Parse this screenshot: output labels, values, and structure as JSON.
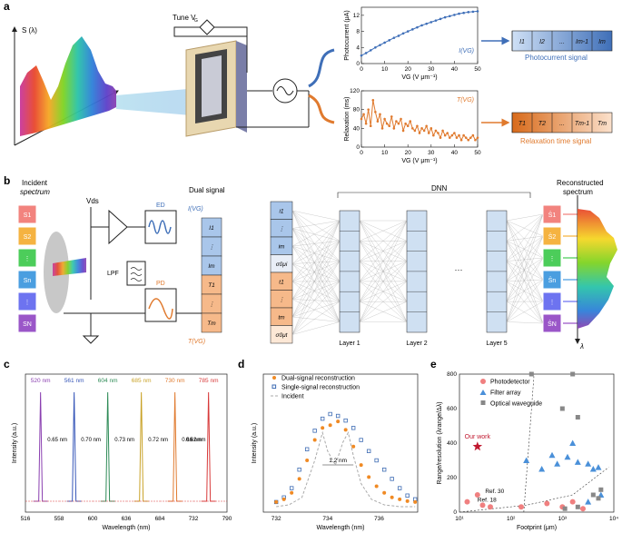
{
  "panel_labels": {
    "a": "a",
    "b": "b",
    "c": "c",
    "d": "d",
    "e": "e"
  },
  "panel_a": {
    "spectrum_axis_label": "S (λ)",
    "tune_label": "Tune V",
    "tune_sub": "G",
    "photocurrent_signal_label": "Photocurrent signal",
    "relaxation_signal_label": "Relaxation time signal",
    "photocurrent_cells": [
      "I1",
      "I2",
      "...",
      "Im-1",
      "Im"
    ],
    "relaxation_cells": [
      "T1",
      "T2",
      "...",
      "Tm-1",
      "Tm"
    ]
  },
  "panel_b": {
    "incident_title_1": "Incident",
    "incident_title_2": "spectrum",
    "incident_blocks": [
      "S1",
      "S2",
      "⋮",
      "Sn",
      "⋮",
      "SN"
    ],
    "reconstructed_title_1": "Reconstructed",
    "reconstructed_title_2": "spectrum",
    "reconstructed_blocks": [
      "Ŝ1",
      "Ŝ2",
      "⋮",
      "Ŝn",
      "⋮",
      "ŜN"
    ],
    "vds": "Vds",
    "lpf": "LPF",
    "ed": "ED",
    "pd": "PD",
    "dual_signal": "Dual signal",
    "i_vg": "I(VG)",
    "t_vg": "T(VG)",
    "col1": [
      "I1",
      "⋮",
      "Im",
      "T1",
      "⋮",
      "Tm"
    ],
    "col2": [
      "i1",
      "⋮",
      "im",
      "σ0μi",
      "t1",
      "⋮",
      "tm",
      "σ0μt"
    ],
    "dnn": "DNN",
    "layers": [
      "Layer 1",
      "Layer 2",
      "Layer 5"
    ],
    "lambda": "λ"
  },
  "chart_data": [
    {
      "id": "a_photocurrent",
      "type": "line",
      "xlabel": "VG (V μm⁻¹)",
      "ylabel": "Photocurrent (μA)",
      "xlim": [
        0,
        50
      ],
      "ylim": [
        0,
        14
      ],
      "xticks": [
        0,
        10,
        20,
        30,
        40,
        50
      ],
      "yticks": [
        0,
        4,
        8,
        12
      ],
      "legend": "I(VG)",
      "series": [
        {
          "name": "I(VG)",
          "color": "#3f6fb8",
          "x": [
            0,
            2,
            4,
            6,
            8,
            10,
            12,
            14,
            16,
            18,
            20,
            22,
            24,
            26,
            28,
            30,
            32,
            34,
            36,
            38,
            40,
            42,
            44,
            46,
            48,
            50
          ],
          "y": [
            2.0,
            2.6,
            3.3,
            4.0,
            4.6,
            5.2,
            5.8,
            6.4,
            6.9,
            7.5,
            8.0,
            8.5,
            9.0,
            9.5,
            9.9,
            10.3,
            10.7,
            11.1,
            11.5,
            11.8,
            12.1,
            12.4,
            12.6,
            12.8,
            12.9,
            13.0
          ]
        }
      ]
    },
    {
      "id": "a_relaxation",
      "type": "line",
      "xlabel": "VG (V μm⁻¹)",
      "ylabel": "Relaxation (ms)",
      "xlim": [
        0,
        50
      ],
      "ylim": [
        0,
        120
      ],
      "xticks": [
        0,
        10,
        20,
        30,
        40,
        50
      ],
      "yticks": [
        0,
        40,
        80,
        120
      ],
      "legend": "T(VG)",
      "series": [
        {
          "name": "T(VG)",
          "color": "#e07a2e",
          "x": [
            0,
            1,
            2,
            3,
            4,
            5,
            6,
            7,
            8,
            9,
            10,
            11,
            12,
            13,
            14,
            15,
            16,
            17,
            18,
            19,
            20,
            21,
            22,
            23,
            24,
            25,
            26,
            27,
            28,
            29,
            30,
            31,
            32,
            33,
            34,
            35,
            36,
            37,
            38,
            39,
            40,
            41,
            42,
            43,
            44,
            45,
            46,
            47,
            48,
            49,
            50
          ],
          "y": [
            60,
            70,
            50,
            80,
            45,
            100,
            75,
            55,
            70,
            40,
            60,
            50,
            45,
            65,
            40,
            55,
            50,
            60,
            35,
            50,
            45,
            55,
            40,
            35,
            45,
            30,
            40,
            35,
            45,
            30,
            40,
            25,
            35,
            30,
            20,
            35,
            25,
            30,
            20,
            25,
            30,
            20,
            25,
            15,
            25,
            20,
            15,
            20,
            25,
            15,
            20
          ]
        }
      ]
    },
    {
      "id": "c",
      "type": "line",
      "xlabel": "Wavelength (nm)",
      "ylabel": "Intensity (a.u.)",
      "tick_labels": [
        "516",
        "558",
        "600",
        "636",
        "684",
        "732",
        "790"
      ],
      "peaks": [
        {
          "label": "520 nm",
          "color": "#8a3fb0"
        },
        {
          "label": "561 nm",
          "color": "#3656b8"
        },
        {
          "label": "604 nm",
          "color": "#2e8b57"
        },
        {
          "label": "685 nm",
          "color": "#c9a227"
        },
        {
          "label": "730 nm",
          "color": "#e07a2e"
        },
        {
          "label": "785 nm",
          "color": "#d83a3a"
        }
      ],
      "spacings": [
        "0.65 nm",
        "0.70 nm",
        "0.73 nm",
        "0.72 nm",
        "0.66 nm",
        "0.62 nm"
      ]
    },
    {
      "id": "d",
      "type": "scatter",
      "xlabel": "Wavelength (nm)",
      "ylabel": "Intensity (a.u.)",
      "xlim": [
        731.5,
        737.5
      ],
      "xticks": [
        732,
        734,
        736
      ],
      "annotation": "1.2 nm",
      "legend": [
        "Dual-signal reconstruction",
        "Single-signal reconstruction",
        "Incident"
      ],
      "series": [
        {
          "name": "Dual-signal reconstruction",
          "color": "#f08a24",
          "x": [
            732.0,
            732.3,
            732.6,
            732.9,
            733.2,
            733.5,
            733.8,
            734.1,
            734.4,
            734.7,
            735.0,
            735.3,
            735.6,
            735.9,
            736.2,
            736.5,
            736.8,
            737.1,
            737.4
          ],
          "y": [
            0.05,
            0.08,
            0.15,
            0.3,
            0.5,
            0.72,
            0.85,
            0.88,
            0.92,
            0.83,
            0.65,
            0.45,
            0.32,
            0.22,
            0.15,
            0.1,
            0.08,
            0.06,
            0.05
          ]
        },
        {
          "name": "Single-signal reconstruction",
          "color": "#3d6bb3",
          "x": [
            732.0,
            732.3,
            732.6,
            732.9,
            733.2,
            733.5,
            733.8,
            734.1,
            734.4,
            734.7,
            735.0,
            735.3,
            735.6,
            735.9,
            736.2,
            736.5,
            736.8,
            737.1,
            737.4
          ],
          "y": [
            0.05,
            0.1,
            0.2,
            0.4,
            0.62,
            0.82,
            0.95,
            1.0,
            0.98,
            0.93,
            0.85,
            0.72,
            0.6,
            0.5,
            0.4,
            0.3,
            0.2,
            0.12,
            0.08
          ]
        },
        {
          "name": "Incident",
          "color": "#aaaaaa",
          "x": [
            732.0,
            732.5,
            733.0,
            733.5,
            733.8,
            734.0,
            734.3,
            734.6,
            734.8,
            735.0,
            735.3,
            735.7,
            736.2,
            736.8,
            737.4
          ],
          "y": [
            0.0,
            0.02,
            0.1,
            0.5,
            0.8,
            0.6,
            0.45,
            0.7,
            0.8,
            0.55,
            0.25,
            0.08,
            0.02,
            0.0,
            0.0
          ]
        }
      ]
    },
    {
      "id": "e",
      "type": "scatter",
      "xlabel": "Footprint (μm)",
      "ylabel": "Range/resolution (λrange/Δλ)",
      "xlim_log": [
        1,
        4
      ],
      "ylim": [
        0,
        800
      ],
      "yticks": [
        0,
        200,
        400,
        600,
        800
      ],
      "xtick_labels": [
        "10¹",
        "10²",
        "10³",
        "10⁴"
      ],
      "legend": [
        "Photodetector",
        "Filter array",
        "Optical waveguide"
      ],
      "our_work": {
        "label": "Our work",
        "x_log": 1.35,
        "y": 380
      },
      "ref_labels": [
        {
          "text": "Ref. 30"
        },
        {
          "text": "Ref. 18"
        }
      ],
      "series": [
        {
          "name": "Photodetector",
          "color": "#f08080",
          "x_log": [
            1.15,
            1.35,
            1.45,
            1.6,
            2.2,
            2.7,
            3.0,
            3.2,
            3.4
          ],
          "y": [
            60,
            100,
            40,
            30,
            30,
            50,
            30,
            60,
            20
          ]
        },
        {
          "name": "Filter array",
          "color": "#4a90d9",
          "x_log": [
            2.3,
            2.6,
            2.8,
            2.9,
            3.1,
            3.2,
            3.3,
            3.5,
            3.6,
            3.7,
            3.75,
            3.5
          ],
          "y": [
            300,
            250,
            330,
            280,
            320,
            400,
            290,
            280,
            250,
            260,
            100,
            60
          ]
        },
        {
          "name": "Optical waveguide",
          "color": "#888888",
          "x_log": [
            2.4,
            3.0,
            3.3,
            3.6,
            3.7,
            3.75,
            3.3,
            3.05,
            3.2
          ],
          "y": [
            800,
            600,
            550,
            100,
            80,
            130,
            30,
            20,
            800
          ]
        }
      ]
    }
  ]
}
